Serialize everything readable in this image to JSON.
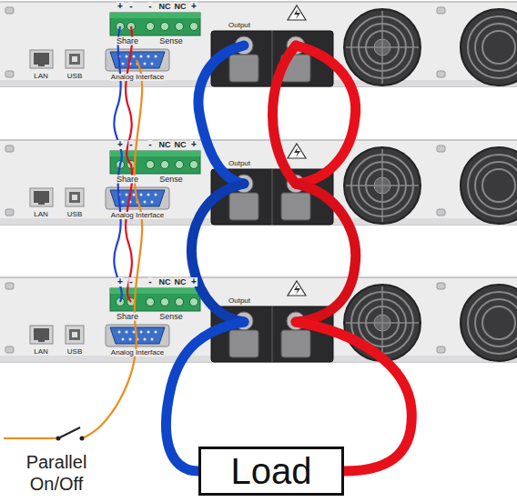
{
  "diagram": {
    "nodes": [
      {
        "text": [
          "Load"
        ]
      }
    ],
    "labels": [
      "+",
      "-",
      "-",
      "NC",
      "NC",
      "+",
      "Share",
      "Sense",
      "Output",
      "LAN",
      "USB",
      "Analog Interface",
      "+",
      "-",
      "-",
      "NC",
      "NC",
      "+",
      "Share",
      "Sense",
      "Output",
      "LAN",
      "USB",
      "Analog Interface",
      "+",
      "-",
      "-",
      "NC",
      "NC",
      "+",
      "Share",
      "Sense",
      "Output",
      "LAN",
      "USB",
      "Analog Interface",
      "Parallel On/Off"
    ]
  }
}
